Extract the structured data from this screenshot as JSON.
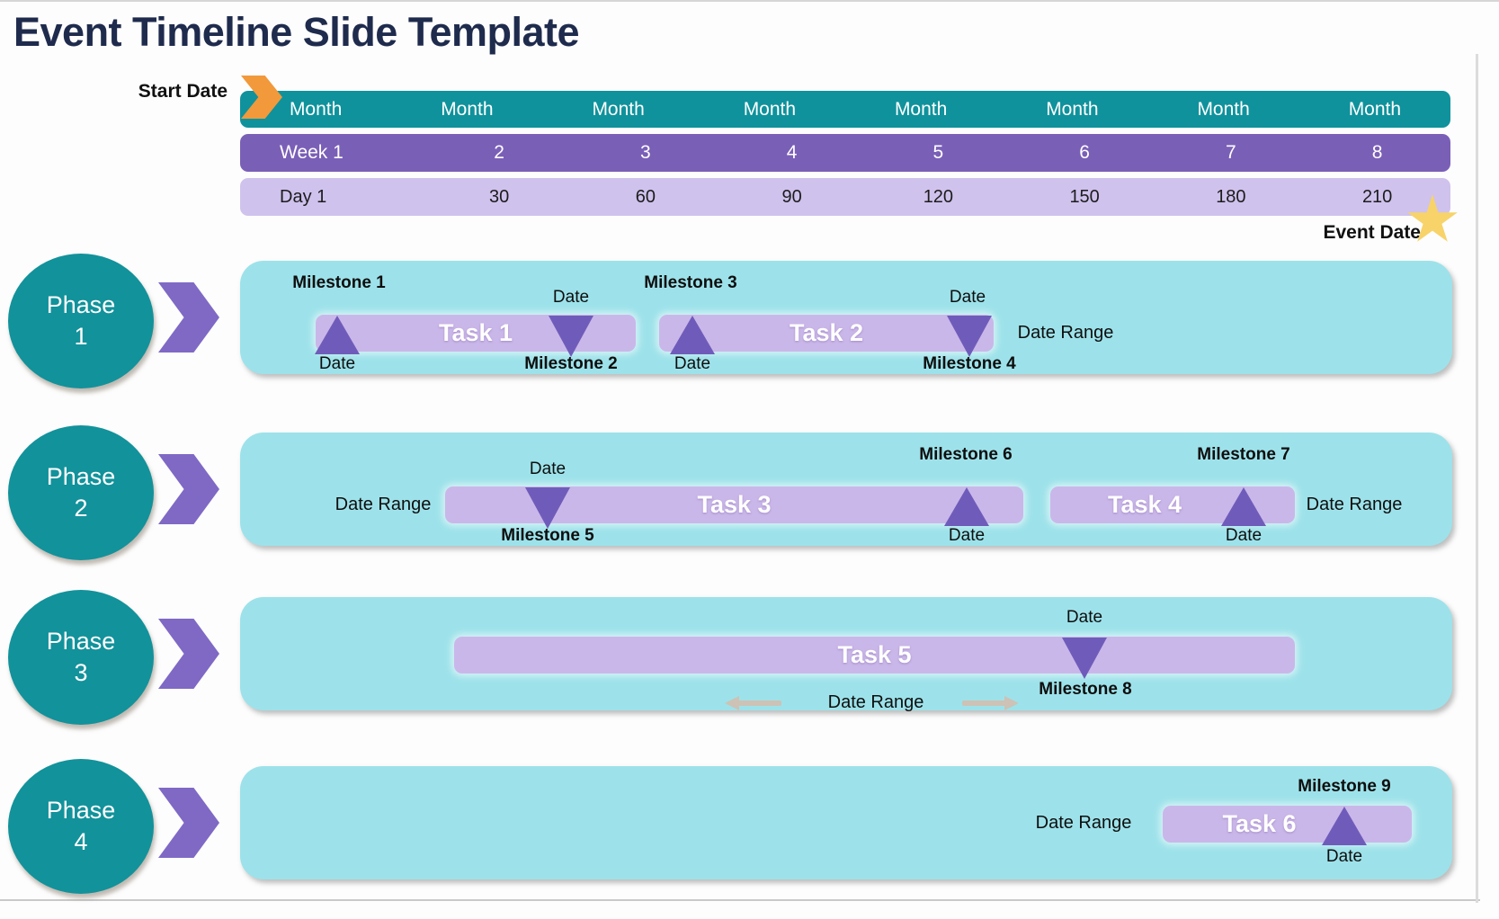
{
  "title": "Event Timeline Slide Template",
  "header": {
    "start_date_label": "Start Date",
    "event_date_label": "Event Date",
    "months": [
      "Month",
      "Month",
      "Month",
      "Month",
      "Month",
      "Month",
      "Month",
      "Month"
    ],
    "weeks": [
      "Week 1",
      "2",
      "3",
      "4",
      "5",
      "6",
      "7",
      "8"
    ],
    "days": [
      "Day 1",
      "30",
      "60",
      "90",
      "120",
      "150",
      "180",
      "210"
    ]
  },
  "colors": {
    "title_navy": "#1f2b4d",
    "teal": "#12929b",
    "week_purple": "#7a5fb7",
    "day_lavender": "#cfc2ed",
    "panel_cyan": "#9de2ea",
    "task_lavender": "#cab7e9",
    "triangle_purple": "#6f5cba",
    "chevron_purple": "#7f69c5",
    "start_orange": "#f2993b",
    "star_yellow": "#f7d36a"
  },
  "phases": [
    {
      "label": "Phase",
      "number": "1",
      "milestone1": "Milestone 1",
      "date1": "Date",
      "task1": "Task 1",
      "date2": "Date",
      "milestone2": "Milestone 2",
      "milestone3": "Milestone 3",
      "date3": "Date",
      "task2": "Task 2",
      "date4": "Date",
      "milestone4": "Milestone 4",
      "date_range": "Date Range"
    },
    {
      "label": "Phase",
      "number": "2",
      "date_range_left": "Date Range",
      "date5": "Date",
      "milestone5": "Milestone 5",
      "task3": "Task 3",
      "milestone6": "Milestone 6",
      "date6": "Date",
      "task4": "Task 4",
      "milestone7": "Milestone 7",
      "date7": "Date",
      "date_range_right": "Date Range"
    },
    {
      "label": "Phase",
      "number": "3",
      "task5": "Task 5",
      "date8": "Date",
      "milestone8": "Milestone 8",
      "date_range": "Date Range"
    },
    {
      "label": "Phase",
      "number": "4",
      "date_range": "Date Range",
      "task6": "Task 6",
      "milestone9": "Milestone 9",
      "date9": "Date"
    }
  ]
}
